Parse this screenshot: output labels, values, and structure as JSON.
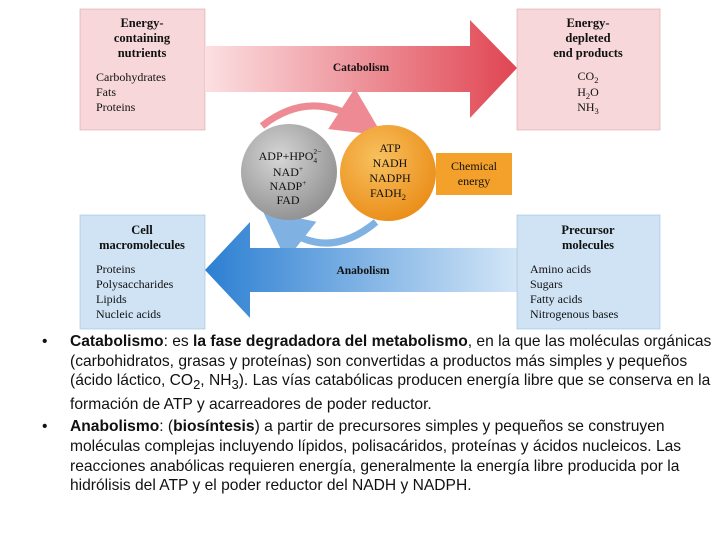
{
  "diagram": {
    "nutrients": {
      "title_lines": [
        "Energy-",
        "containing",
        "nutrients"
      ],
      "items": [
        "Carbohydrates",
        "Fats",
        "Proteins"
      ]
    },
    "end_products": {
      "title_lines": [
        "Energy-",
        "depleted",
        "end products"
      ],
      "co2": {
        "base": "CO",
        "sub": "2"
      },
      "h2o": {
        "base": "H",
        "sub": "2",
        "tail": "O"
      },
      "nh3": {
        "base": "NH",
        "sub": "3"
      }
    },
    "catabolism_label": "Catabolism",
    "anabolism_label": "Anabolism",
    "gray_circle": {
      "line1_base": "ADP+HPO",
      "line1_sup": "2−",
      "line1_sub": "4",
      "line2_base": "NAD",
      "line2_sup": "+",
      "line3_base": "NADP",
      "line3_sup": "+",
      "line4": "FAD"
    },
    "orange_circle": {
      "line1": "ATP",
      "line2": "NADH",
      "line3": "NADPH",
      "line4_base": "FADH",
      "line4_sub": "2"
    },
    "chemical_energy": {
      "line1": "Chemical",
      "line2": "energy"
    },
    "cell_macromolecules": {
      "title_lines": [
        "Cell",
        "macromolecules"
      ],
      "items": [
        "Proteins",
        "Polysaccharides",
        "Lipids",
        "Nucleic acids"
      ]
    },
    "precursor_molecules": {
      "title_lines": [
        "Precursor",
        "molecules"
      ],
      "items": [
        "Amino acids",
        "Sugars",
        "Fatty acids",
        "Nitrogenous bases"
      ]
    }
  },
  "bullets": {
    "bullet_char": "•",
    "catabolism": {
      "term": "Catabolismo",
      "sep": ": es ",
      "bold_phrase": "la fase degradadora del metabolismo",
      "text_a": ", en la que las moléculas orgánicas (carbohidratos, grasas y proteínas) son convertidas a productos más simples y pequeños (ácido láctico, CO",
      "sub_a": "2",
      "text_b": ", NH",
      "sub_b": "3",
      "text_c": ").  Las vías catabólicas producen energía libre que se conserva en la formación de ATP y acarreadores de poder reductor."
    },
    "anabolism": {
      "term": "Anabolismo",
      "sep": ": (",
      "bold_phrase": "biosíntesis",
      "text": ") a partir de precursores simples y pequeños se construyen moléculas complejas incluyendo lípidos, polisacáridos, proteínas y ácidos nucleicos. Las reacciones anabólicas requieren energía, generalmente la energía libre producida por la hidrólisis del ATP y el poder reductor del NADH y NADPH."
    }
  },
  "colors": {
    "pink_box": "#f7d7d9",
    "blue_box": "#cfe3f5",
    "catabolism_arrow": "#e04552",
    "anabolism_arrow": "#2c7fd2",
    "gray_circle": "#a9a9a9",
    "orange_circle": "#f3a12a",
    "chemical_energy_box": "#f3a12a"
  }
}
